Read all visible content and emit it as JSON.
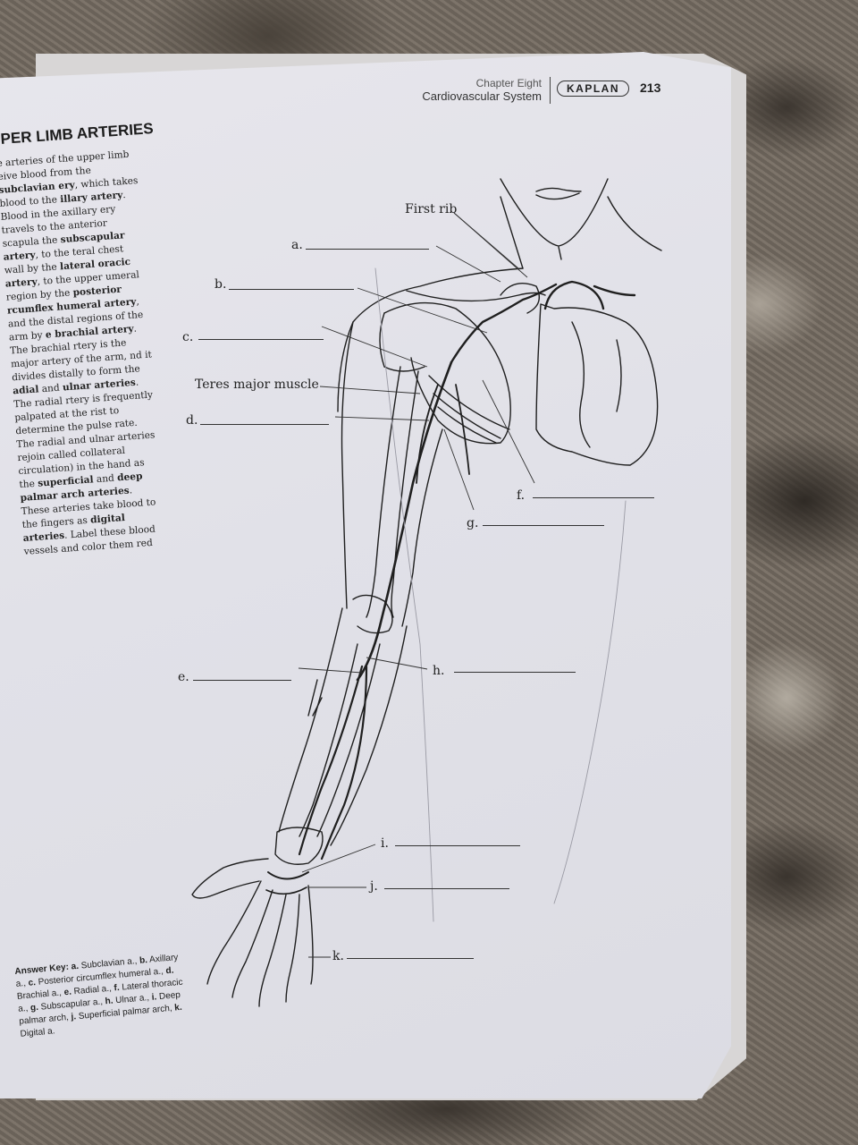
{
  "header": {
    "chapter": "Chapter Eight",
    "section": "Cardiovascular System",
    "publisher": "KAPLAN",
    "page_number": "213"
  },
  "section_title": "PER LIMB ARTERIES",
  "body_segments": [
    {
      "t": "e arteries of the upper limb ",
      "b": false
    },
    {
      "t": "eive blood from the ",
      "b": false
    },
    {
      "t": "subclavian",
      "b": true
    },
    {
      "t": " ery",
      "b": true
    },
    {
      "t": ", which takes blood to the ",
      "b": false
    },
    {
      "t": "illary artery",
      "b": true
    },
    {
      "t": ". Blood in the axillary ery travels to the anterior scapula ",
      "b": false
    },
    {
      "t": "the ",
      "b": false
    },
    {
      "t": "subscapular artery",
      "b": true
    },
    {
      "t": ", to the teral chest wall by the ",
      "b": false
    },
    {
      "t": "lateral oracic artery",
      "b": true
    },
    {
      "t": ", to the upper umeral region by the ",
      "b": false
    },
    {
      "t": "posterior rcumflex humeral artery",
      "b": true
    },
    {
      "t": ", and the distal regions of the arm by ",
      "b": false
    },
    {
      "t": "e brachial artery",
      "b": true
    },
    {
      "t": ". The brachial rtery is the major artery of the arm, nd it divides distally to form the ",
      "b": false
    },
    {
      "t": "adial",
      "b": true
    },
    {
      "t": " and ",
      "b": false
    },
    {
      "t": "ulnar arteries",
      "b": true
    },
    {
      "t": ". The radial rtery is frequently palpated at the rist to determine the pulse rate. The radial and ulnar arteries rejoin called collateral circulation) in the hand as the ",
      "b": false
    },
    {
      "t": "superficial",
      "b": true
    },
    {
      "t": " and ",
      "b": false
    },
    {
      "t": "deep palmar arch arteries",
      "b": true
    },
    {
      "t": ". These arteries take blood to the fingers as ",
      "b": false
    },
    {
      "t": "digital arteries",
      "b": true
    },
    {
      "t": ". Label these blood vessels and color them red",
      "b": false
    }
  ],
  "labels": {
    "first_rib": "First rib",
    "teres_major": "Teres major muscle",
    "a": "a.",
    "b": "b.",
    "c": "c.",
    "d": "d.",
    "e": "e.",
    "f": "f.",
    "g": "g.",
    "h": "h.",
    "i": "i.",
    "j": "j.",
    "k": "k."
  },
  "answer_key": {
    "heading": "Answer Key:",
    "items": [
      {
        "k": "a.",
        "v": "Subclavian a.,"
      },
      {
        "k": "b.",
        "v": "Axillary a.,"
      },
      {
        "k": "c.",
        "v": "Posterior circumflex humeral a.,"
      },
      {
        "k": "d.",
        "v": "Brachial a.,"
      },
      {
        "k": "e.",
        "v": "Radial a.,"
      },
      {
        "k": "f.",
        "v": "Lateral thoracic a.,"
      },
      {
        "k": "g.",
        "v": "Subscapular a.,"
      },
      {
        "k": "h.",
        "v": "Ulnar a.,"
      },
      {
        "k": "i.",
        "v": "Deep palmar arch,"
      },
      {
        "k": "j.",
        "v": "Superficial palmar arch,"
      },
      {
        "k": "k.",
        "v": "Digital a."
      }
    ]
  },
  "colors": {
    "ink": "#1f1f1f",
    "page": "#e3e3ea",
    "carpet": "#6e655c"
  }
}
